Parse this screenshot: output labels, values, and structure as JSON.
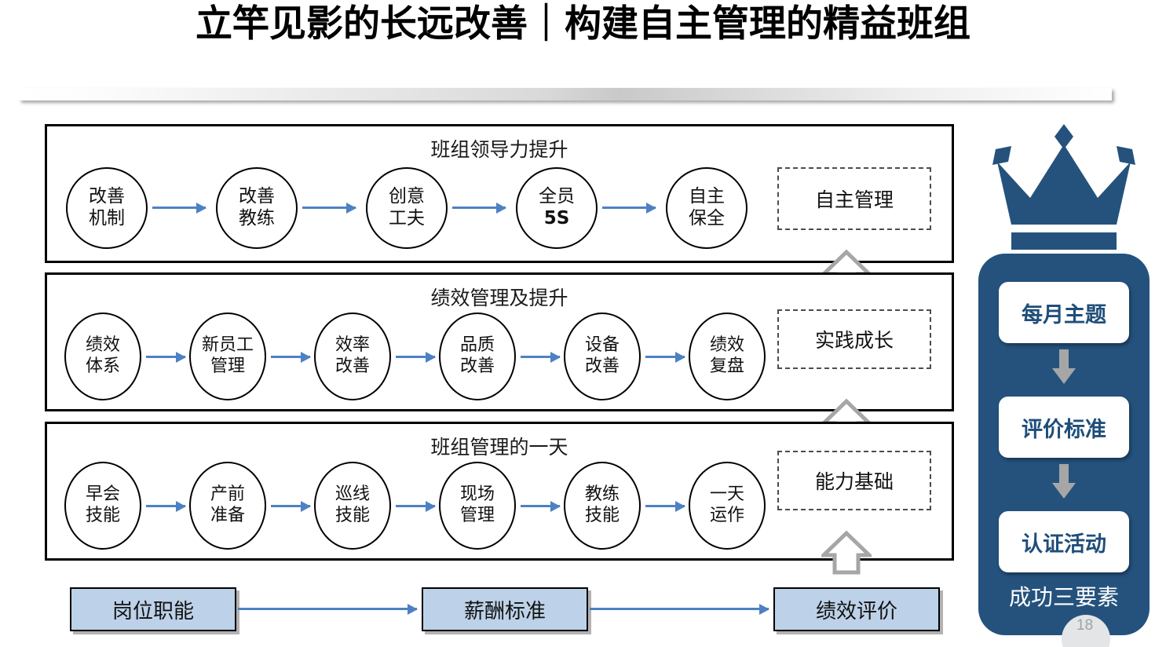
{
  "slide": {
    "title": "立竿见影的长远改善｜构建自主管理的精益班组",
    "page_number": "18",
    "accent_blue": "#24527D",
    "arrow_blue": "#4E81C4",
    "box_blue_fill": "#BDD2E8",
    "grey_arrow": "#A6A6A6"
  },
  "rows": [
    {
      "title": "班组领导力提升",
      "nodes": [
        {
          "l1": "改善",
          "l2": "机制",
          "bold2": false
        },
        {
          "l1": "改善",
          "l2": "教练",
          "bold2": false
        },
        {
          "l1": "创意",
          "l2": "工夫",
          "bold2": false
        },
        {
          "l1": "全员",
          "l2": "5S",
          "bold2": true
        },
        {
          "l1": "自主",
          "l2": "保全",
          "bold2": false
        }
      ],
      "result": "自主管理"
    },
    {
      "title": "绩效管理及提升",
      "nodes": [
        {
          "l1": "绩效",
          "l2": "体系",
          "bold2": false
        },
        {
          "l1": "新员工",
          "l2": "管理",
          "bold2": false
        },
        {
          "l1": "效率",
          "l2": "改善",
          "bold2": false
        },
        {
          "l1": "品质",
          "l2": "改善",
          "bold2": false
        },
        {
          "l1": "设备",
          "l2": "改善",
          "bold2": false
        },
        {
          "l1": "绩效",
          "l2": "复盘",
          "bold2": false
        }
      ],
      "result": "实践成长"
    },
    {
      "title": "班组管理的一天",
      "nodes": [
        {
          "l1": "早会",
          "l2": "技能",
          "bold2": false
        },
        {
          "l1": "产前",
          "l2": "准备",
          "bold2": false
        },
        {
          "l1": "巡线",
          "l2": "技能",
          "bold2": false
        },
        {
          "l1": "现场",
          "l2": "管理",
          "bold2": false
        },
        {
          "l1": "教练",
          "l2": "技能",
          "bold2": false
        },
        {
          "l1": "一天",
          "l2": "运作",
          "bold2": false
        }
      ],
      "result": "能力基础"
    }
  ],
  "bottom_flow": [
    {
      "label": "岗位职能"
    },
    {
      "label": "薪酬标准"
    },
    {
      "label": "绩效评价"
    }
  ],
  "right_panel": {
    "crown_icon": "crown-icon",
    "steps": [
      {
        "label": "每月主题"
      },
      {
        "label": "评价标准"
      },
      {
        "label": "认证活动"
      }
    ],
    "footer": "成功三要素"
  }
}
